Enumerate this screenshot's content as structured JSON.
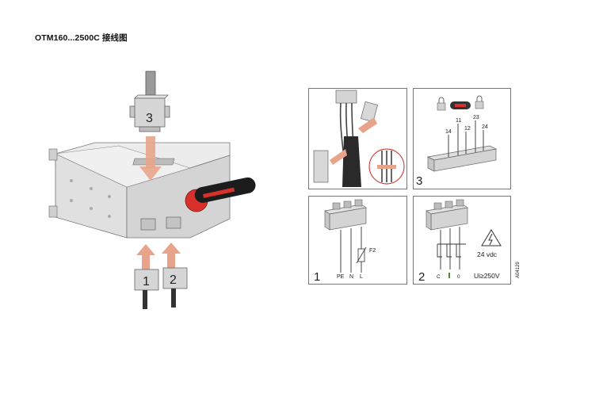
{
  "title": "OTM160...2500C 接线图",
  "main_figure": {
    "connector_labels": [
      "3",
      "1",
      "2"
    ]
  },
  "panels": [
    {
      "id": "cable-assembly",
      "number": ""
    },
    {
      "id": "panel-3",
      "number": "3",
      "terminals": [
        "11",
        "12",
        "14",
        "23",
        "24"
      ]
    },
    {
      "id": "panel-1",
      "number": "1",
      "terminals": [
        "PE",
        "N",
        "L"
      ],
      "fuse": "F2"
    },
    {
      "id": "panel-2",
      "number": "2",
      "terminals": [
        "C",
        "I",
        "0"
      ],
      "voltage": "24 vdc",
      "insulation": "Ui≥250V"
    }
  ],
  "figure_code": "A04129",
  "colors": {
    "arrow": "#e8a48a",
    "handle_red": "#d8302a",
    "panel_border": "#777777",
    "device_grey": "#cfcfcf"
  }
}
